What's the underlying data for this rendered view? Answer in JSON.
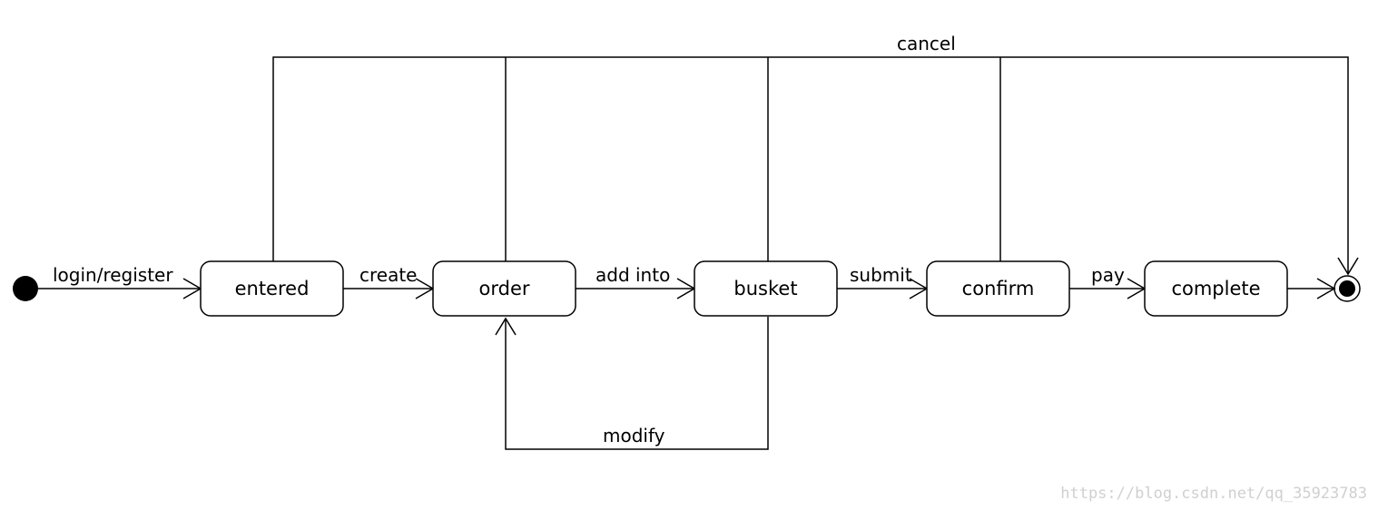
{
  "states": {
    "entered": "entered",
    "order": "order",
    "busket": "busket",
    "confirm": "confirm",
    "complete": "complete"
  },
  "transitions": {
    "login_register": "login/register",
    "create": "create",
    "add_into": "add into",
    "submit": "submit",
    "pay": "pay",
    "modify": "modify",
    "cancel": "cancel"
  },
  "watermark": "https://blog.csdn.net/qq_35923783"
}
